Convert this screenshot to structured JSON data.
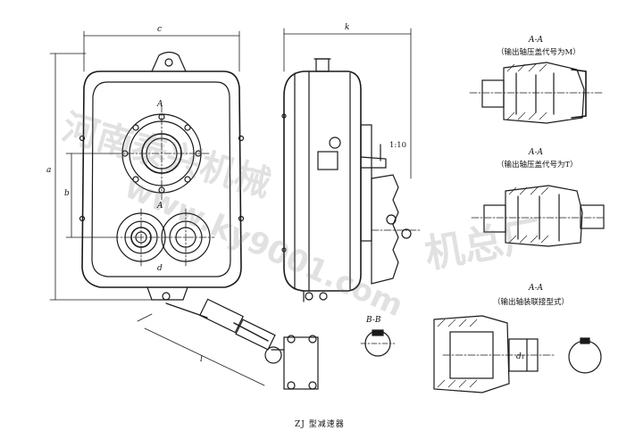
{
  "caption": "ZJ 型减速器",
  "views": {
    "aa_m": {
      "section": "A-A",
      "subtitle": "（输出轴压盖代号为M）"
    },
    "aa_t": {
      "section": "A-A",
      "subtitle": "（输出轴压盖代号为T）"
    },
    "aa_d": {
      "section": "A-A",
      "subtitle": "（输出轴装联接型式）"
    },
    "bb": {
      "section": "B-B"
    }
  },
  "dimensions": {
    "width_c": "c",
    "height_a": "a",
    "offset_b": "b",
    "depth_k": "k",
    "diam_d": "d",
    "diam_d1": "d₁",
    "length_l": "l",
    "taper": "1:10",
    "section_a": "A"
  },
  "watermark": {
    "line1": "河南泰兴机械",
    "line2": "www.ky9001.com",
    "line3": "机总厂"
  },
  "colors": {
    "ink": "#1a1a1a",
    "watermark": "#9a9a9a"
  }
}
